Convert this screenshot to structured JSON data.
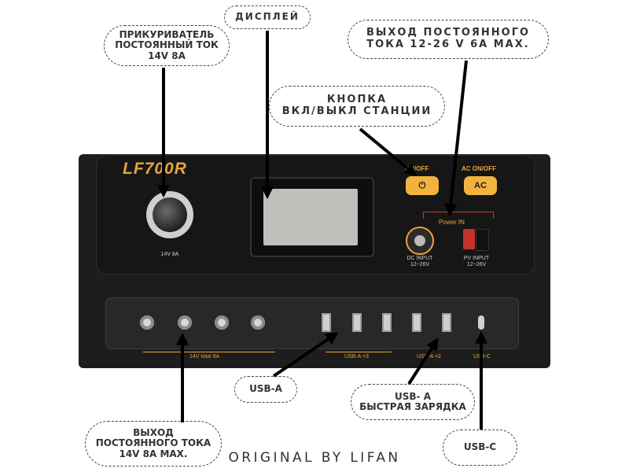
{
  "brand": "LF700R",
  "callouts": {
    "cigarette": "ПРИКУРИВАТЕЛЬ\nПОСТОЯННЫЙ ТОК\n14V 8A",
    "display": "ДИСПЛЕЙ",
    "dc_output_top": "ВЫХОД ПОСТОЯННОГО\nТОКА 12-26 V 6A MAX.",
    "power_button": "КНОПКА\nВКЛ/ВЫКЛ СТАНЦИИ",
    "usb_a": "USB-A",
    "usb_a_fast": "USB- A\nБЫСТРАЯ ЗАРЯДКА",
    "dc_output_bottom": "ВЫХОД\nПОСТОЯННОГО ТОКА\n14V 8A MAX.",
    "usb_c": "USB-C"
  },
  "device_labels": {
    "socket_rating": "14V 8A",
    "power_on_off": "ON/OFF",
    "ac_on_off": "AC ON/OFF",
    "ac_button": "AC",
    "power_in": "Power IN",
    "dc_input": "DC INPUT\n12~26V",
    "pv_input": "PV INPUT\n12~26V",
    "dc_14v_total": "14V total 8A",
    "usb_a_x3": "USB-A ×3",
    "usb_a_x2": "USB-A ×2",
    "usb_c_label": "USB-C"
  },
  "footer": "ORIGINAL BY LIFAN",
  "colors": {
    "accent": "#e8a43a",
    "button": "#f2b33d",
    "device": "#1d1d1d",
    "lcd": "#bfc0bc"
  }
}
